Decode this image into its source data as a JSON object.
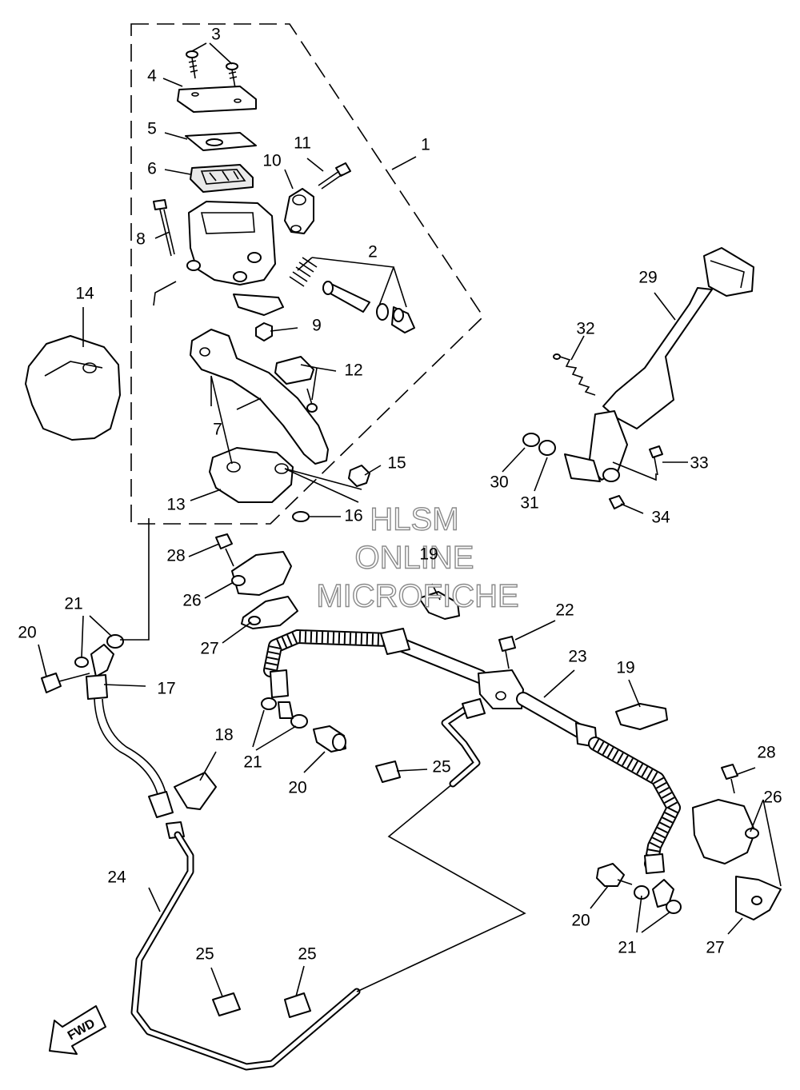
{
  "diagram": {
    "labels": [
      "1",
      "2",
      "3",
      "4",
      "5",
      "6",
      "7",
      "8",
      "9",
      "10",
      "11",
      "12",
      "13",
      "14",
      "15",
      "16",
      "17",
      "18",
      "19",
      "20",
      "21",
      "22",
      "23",
      "24",
      "25",
      "26",
      "27",
      "28",
      "29",
      "30",
      "31",
      "32",
      "33",
      "34"
    ],
    "repeated_labels": {
      "l19b": "19",
      "l20b": "20",
      "l20c": "20",
      "l21b": "21",
      "l21c": "21",
      "l25b": "25",
      "l25c": "25",
      "l26b": "26",
      "l27b": "27",
      "l28b": "28"
    },
    "watermark": [
      "HLSM",
      "ONLINE",
      "MICROFICHE"
    ],
    "fwd_label": "FWD"
  }
}
